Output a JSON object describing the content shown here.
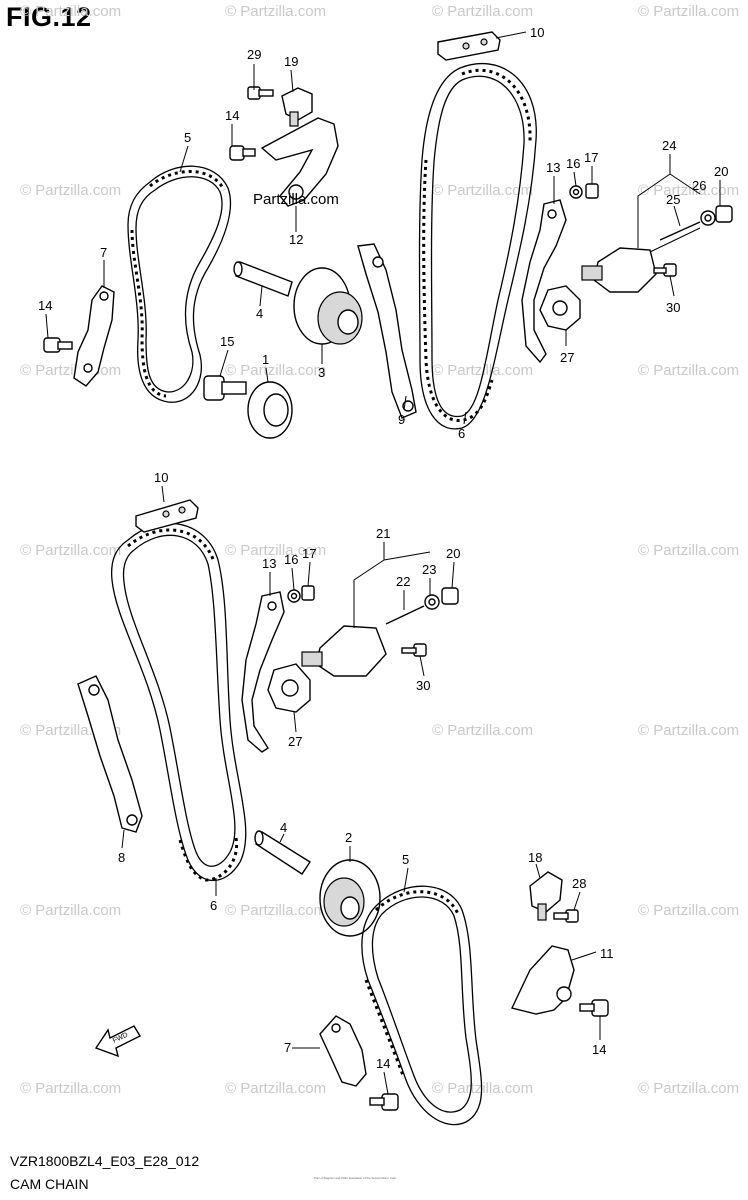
{
  "figure": {
    "title": "FIG.12",
    "model_code": "VZR1800BZL4_E03_E28_012",
    "name": "CAM CHAIN",
    "brand_inline": "Partzilla.com",
    "fine_print": "Part of diagram and 2023 illustration of the Suzuki Motor Corp"
  },
  "watermark": {
    "text": "© Partzilla.com",
    "color": "#c9c9c9"
  },
  "callouts": [
    {
      "id": "c-29a",
      "label": "29"
    },
    {
      "id": "c-19",
      "label": "19"
    },
    {
      "id": "c-14a",
      "label": "14"
    },
    {
      "id": "c-5a",
      "label": "5"
    },
    {
      "id": "c-12",
      "label": "12"
    },
    {
      "id": "c-7a",
      "label": "7"
    },
    {
      "id": "c-14b",
      "label": "14"
    },
    {
      "id": "c-4a",
      "label": "4"
    },
    {
      "id": "c-15",
      "label": "15"
    },
    {
      "id": "c-1",
      "label": "1"
    },
    {
      "id": "c-3",
      "label": "3"
    },
    {
      "id": "c-10a",
      "label": "10"
    },
    {
      "id": "c-13a",
      "label": "13"
    },
    {
      "id": "c-16a",
      "label": "16"
    },
    {
      "id": "c-17a",
      "label": "17"
    },
    {
      "id": "c-24",
      "label": "24"
    },
    {
      "id": "c-20a",
      "label": "20"
    },
    {
      "id": "c-26",
      "label": "26"
    },
    {
      "id": "c-25",
      "label": "25"
    },
    {
      "id": "c-30a",
      "label": "30"
    },
    {
      "id": "c-27a",
      "label": "27"
    },
    {
      "id": "c-9",
      "label": "9"
    },
    {
      "id": "c-6a",
      "label": "6"
    },
    {
      "id": "c-10b",
      "label": "10"
    },
    {
      "id": "c-21",
      "label": "21"
    },
    {
      "id": "c-13b",
      "label": "13"
    },
    {
      "id": "c-16b",
      "label": "16"
    },
    {
      "id": "c-17b",
      "label": "17"
    },
    {
      "id": "c-22",
      "label": "22"
    },
    {
      "id": "c-23",
      "label": "23"
    },
    {
      "id": "c-20b",
      "label": "20"
    },
    {
      "id": "c-30b",
      "label": "30"
    },
    {
      "id": "c-27b",
      "label": "27"
    },
    {
      "id": "c-8",
      "label": "8"
    },
    {
      "id": "c-6b",
      "label": "6"
    },
    {
      "id": "c-4b",
      "label": "4"
    },
    {
      "id": "c-2",
      "label": "2"
    },
    {
      "id": "c-5b",
      "label": "5"
    },
    {
      "id": "c-18",
      "label": "18"
    },
    {
      "id": "c-28",
      "label": "28"
    },
    {
      "id": "c-11",
      "label": "11"
    },
    {
      "id": "c-7b",
      "label": "7"
    },
    {
      "id": "c-14c",
      "label": "14"
    },
    {
      "id": "c-14d",
      "label": "14"
    }
  ],
  "fwd_label": "FWD",
  "icons": {
    "fwd_arrow": "fwd-arrow-icon"
  }
}
